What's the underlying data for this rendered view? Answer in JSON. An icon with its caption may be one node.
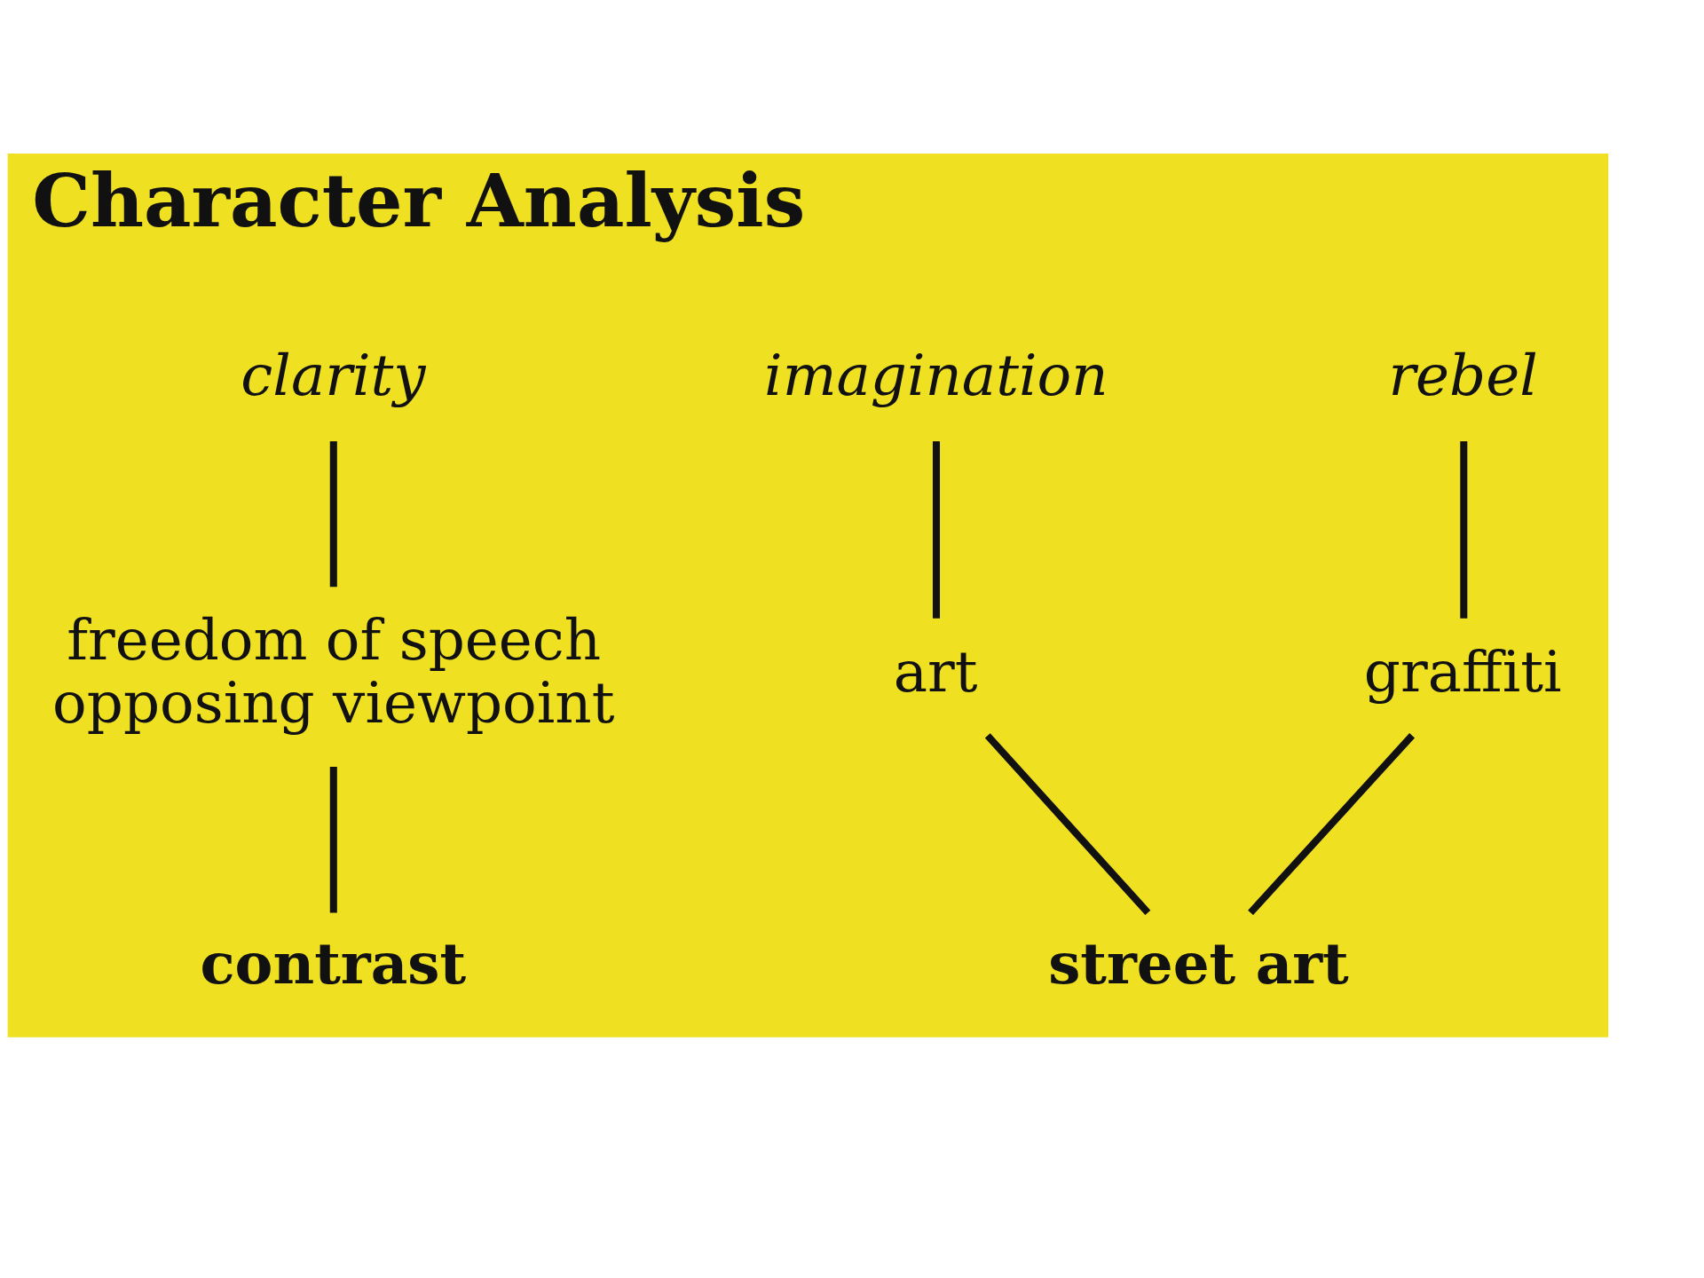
{
  "diagram": {
    "title": "Character Analysis",
    "nodes": [
      {
        "text": [
          "clarity"
        ]
      },
      {
        "text": [
          "imagination"
        ]
      },
      {
        "text": [
          "rebel"
        ]
      },
      {
        "text": [
          "freedom of speech",
          "opposing viewpoint"
        ]
      },
      {
        "text": [
          "art"
        ]
      },
      {
        "text": [
          "graffiti"
        ]
      },
      {
        "text": [
          "contrast"
        ]
      },
      {
        "text": [
          "street art"
        ]
      }
    ],
    "edges": [
      {
        "from": 0,
        "to": 3,
        "arrow": "none"
      },
      {
        "from": 3,
        "to": 6,
        "arrow": "none"
      },
      {
        "from": 1,
        "to": 4,
        "arrow": "none"
      },
      {
        "from": 2,
        "to": 5,
        "arrow": "none"
      },
      {
        "from": 4,
        "to": 7,
        "arrow": "none"
      },
      {
        "from": 5,
        "to": 7,
        "arrow": "none"
      }
    ]
  }
}
